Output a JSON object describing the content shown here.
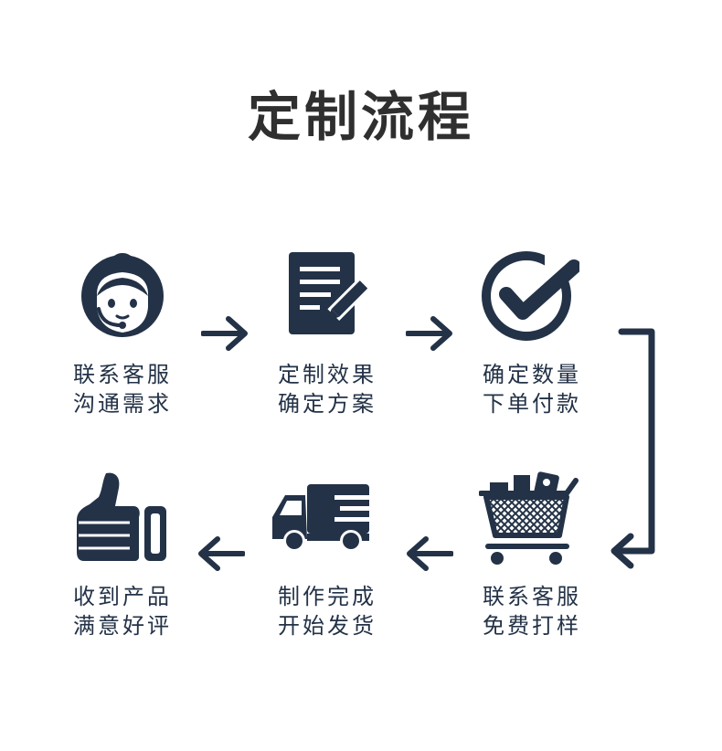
{
  "title": "定制流程",
  "colors": {
    "icon": "#233247",
    "title": "#2f2f2f",
    "background": "#ffffff"
  },
  "steps": [
    {
      "icon": "customer-service-icon",
      "line1": "联系客服",
      "line2": "沟通需求"
    },
    {
      "icon": "document-pen-icon",
      "line1": "定制效果",
      "line2": "确定方案"
    },
    {
      "icon": "check-circle-icon",
      "line1": "确定数量",
      "line2": "下单付款"
    },
    {
      "icon": "shopping-cart-icon",
      "line1": "联系客服",
      "line2": "免费打样"
    },
    {
      "icon": "delivery-truck-icon",
      "line1": "制作完成",
      "line2": "开始发货"
    },
    {
      "icon": "thumbs-up-icon",
      "line1": "收到产品",
      "line2": "满意好评"
    }
  ]
}
